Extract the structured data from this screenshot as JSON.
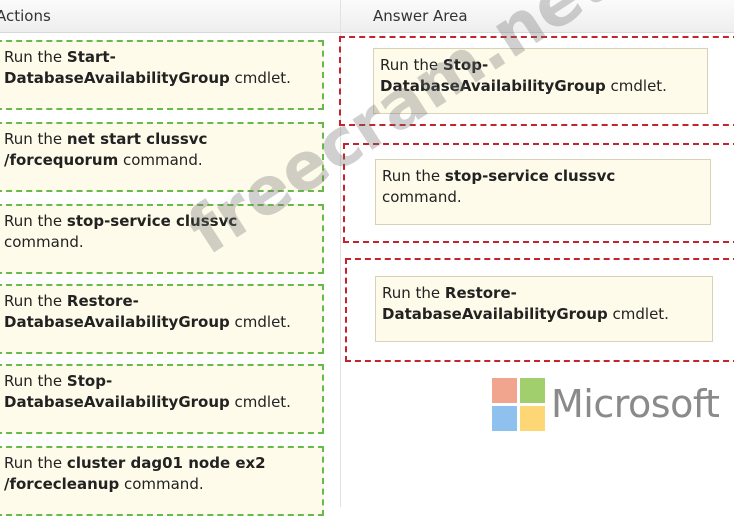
{
  "actions": {
    "header": "Actions",
    "items": [
      {
        "pre": "Run the ",
        "bold": "Start-DatabaseAvailabilityGroup",
        "post": " cmdlet."
      },
      {
        "pre": "Run the ",
        "bold": "net start clussvc /forcequorum",
        "post": " command."
      },
      {
        "pre": "Run the ",
        "bold": "stop-service clussvc",
        "post": " command."
      },
      {
        "pre": "Run the ",
        "bold": "Restore-DatabaseAvailabilityGroup",
        "post": " cmdlet."
      },
      {
        "pre": "Run the ",
        "bold": "Stop-DatabaseAvailabilityGroup",
        "post": " cmdlet."
      },
      {
        "pre": "Run the ",
        "bold": "cluster dag01 node ex2 /forcecleanup",
        "post": " command."
      }
    ]
  },
  "answer": {
    "header": "Answer Area",
    "items": [
      {
        "pre": "Run the ",
        "bold": "Stop-DatabaseAvailabilityGroup",
        "post": " cmdlet."
      },
      {
        "pre": "Run the ",
        "bold": "stop-service clussvc",
        "post": " command."
      },
      {
        "pre": "Run the ",
        "bold": "Restore-DatabaseAvailabilityGroup",
        "post": " cmdlet."
      }
    ]
  },
  "watermark": "freecram.net",
  "branding": {
    "name": "Microsoft",
    "logo_colors": [
      "#f2a58e",
      "#a2cf6d",
      "#8ec1ee",
      "#fdd775"
    ]
  }
}
